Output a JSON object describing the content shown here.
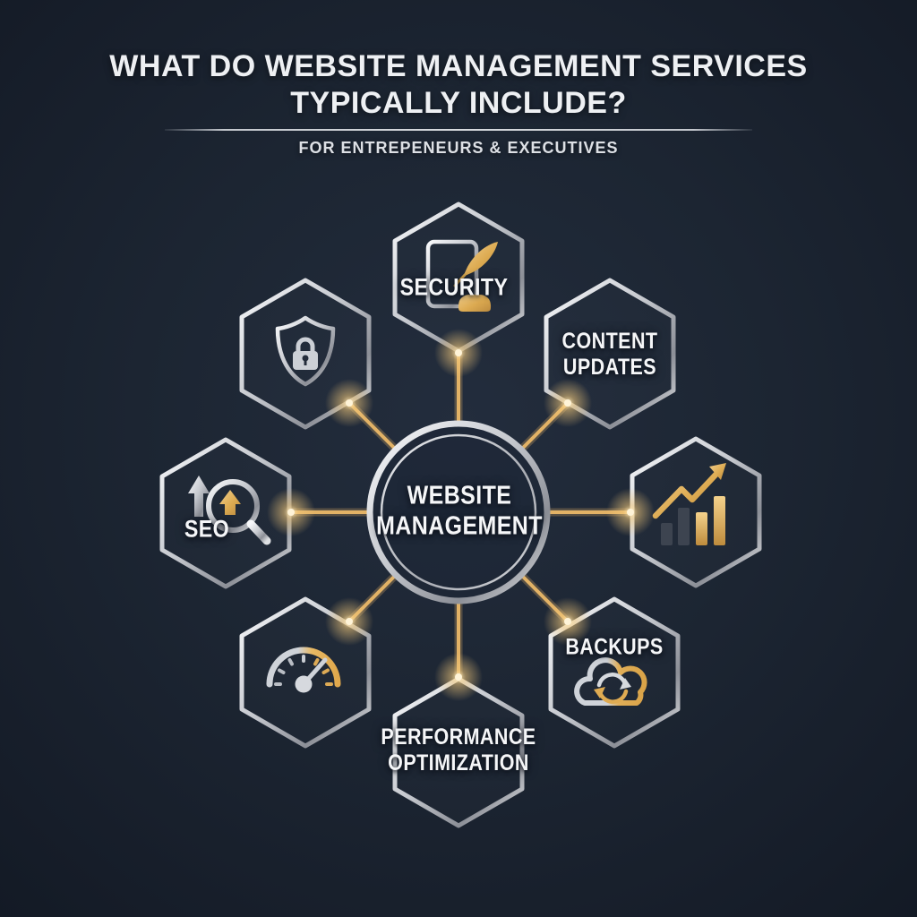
{
  "header": {
    "title": "WHAT DO WEBSITE MANAGEMENT SERVICES\nTYPICALLY INCLUDE?",
    "subtitle": "FOR ENTREPENEURS & EXECUTIVES"
  },
  "center": {
    "label": "WEBSITE\nMANAGEMENT"
  },
  "nodes": {
    "security": {
      "label": "SECURITY",
      "icon": "document-quill-icon"
    },
    "content_updates": {
      "label": "CONTENT\nUPDATES",
      "icon": ""
    },
    "shield": {
      "label": "",
      "icon": "shield-lock-icon"
    },
    "seo": {
      "label": "SEO",
      "icon": "seo-magnifier-arrows-icon"
    },
    "growth": {
      "label": "",
      "icon": "growth-chart-icon"
    },
    "speedometer": {
      "label": "",
      "icon": "speedometer-icon"
    },
    "backups": {
      "label": "BACKUPS",
      "icon": "cloud-sync-icon"
    },
    "performance": {
      "label": "PERFORMANCE\nOPTIMIZATION",
      "icon": ""
    }
  },
  "colors": {
    "background": "#1c2532",
    "gold_accent": "#e2b266",
    "silver_accent": "#d5d8dc",
    "text": "#f5f6f8",
    "glow": "#ffe9b8"
  }
}
